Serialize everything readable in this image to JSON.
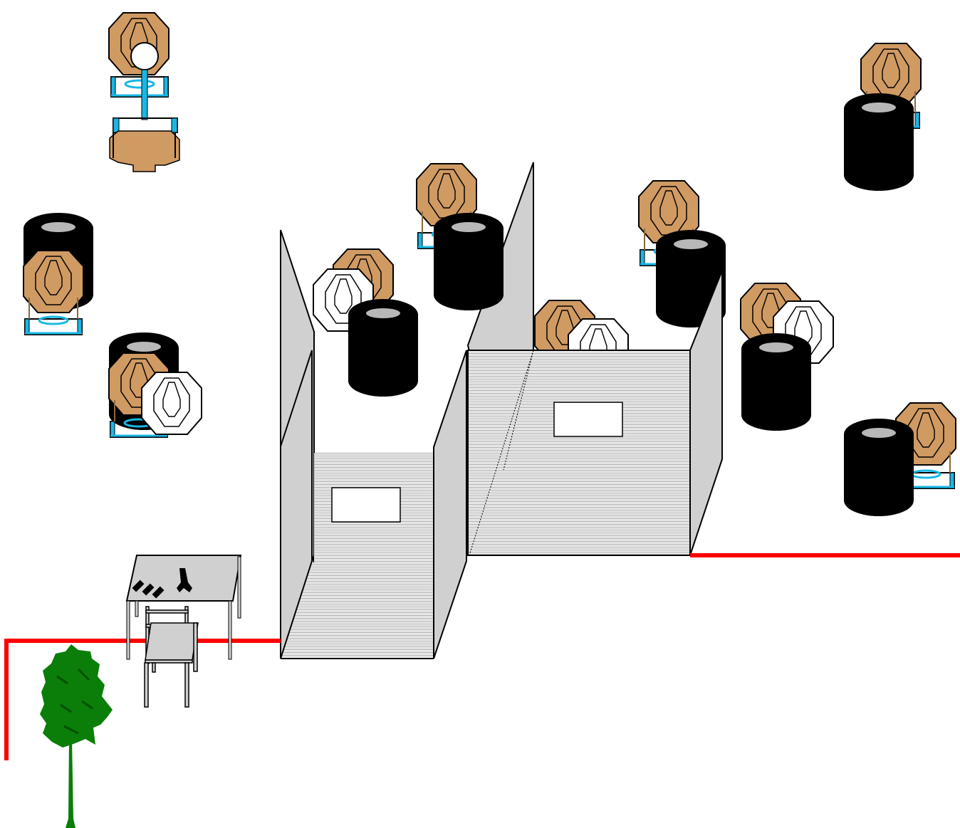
{
  "stage": {
    "targets_brown": 11,
    "targets_white": 5,
    "tire_stacks": 8,
    "walls": 2,
    "windows": 2
  },
  "colors": {
    "target_brown": "#d09a63",
    "target_white": "#ffffff",
    "stand_blue": "#19b7e6",
    "tire_black": "#000000",
    "tire_hole": "#b8b8b8",
    "wall_grey": "#d0d0d0",
    "fault_line_red": "#ff0000",
    "tree_green": "#0a7e08",
    "table_grey": "#d0d0d0"
  },
  "icons": {
    "pistol": "pistol-icon",
    "magazine": "magazine-icon",
    "tree": "tree-icon",
    "popper": "popper-target"
  }
}
